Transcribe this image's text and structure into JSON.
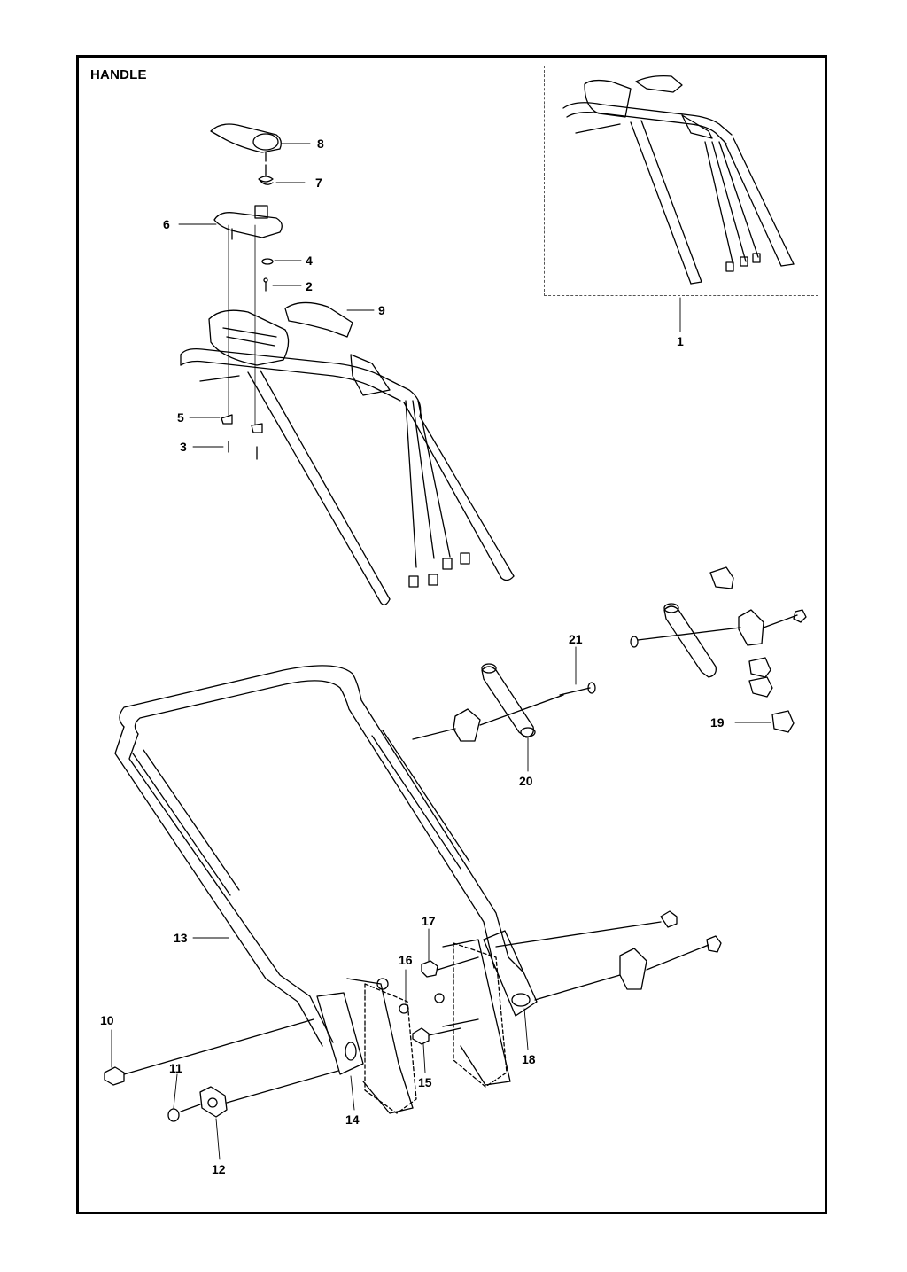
{
  "title": "HANDLE",
  "callouts": {
    "c1": "1",
    "c2": "2",
    "c3": "3",
    "c4": "4",
    "c5": "5",
    "c6": "6",
    "c7": "7",
    "c8": "8",
    "c9": "9",
    "c10": "10",
    "c11": "11",
    "c12": "12",
    "c13": "13",
    "c14": "14",
    "c15": "15",
    "c16": "16",
    "c17": "17",
    "c18": "18",
    "c19": "19",
    "c20": "20",
    "c21": "21"
  }
}
